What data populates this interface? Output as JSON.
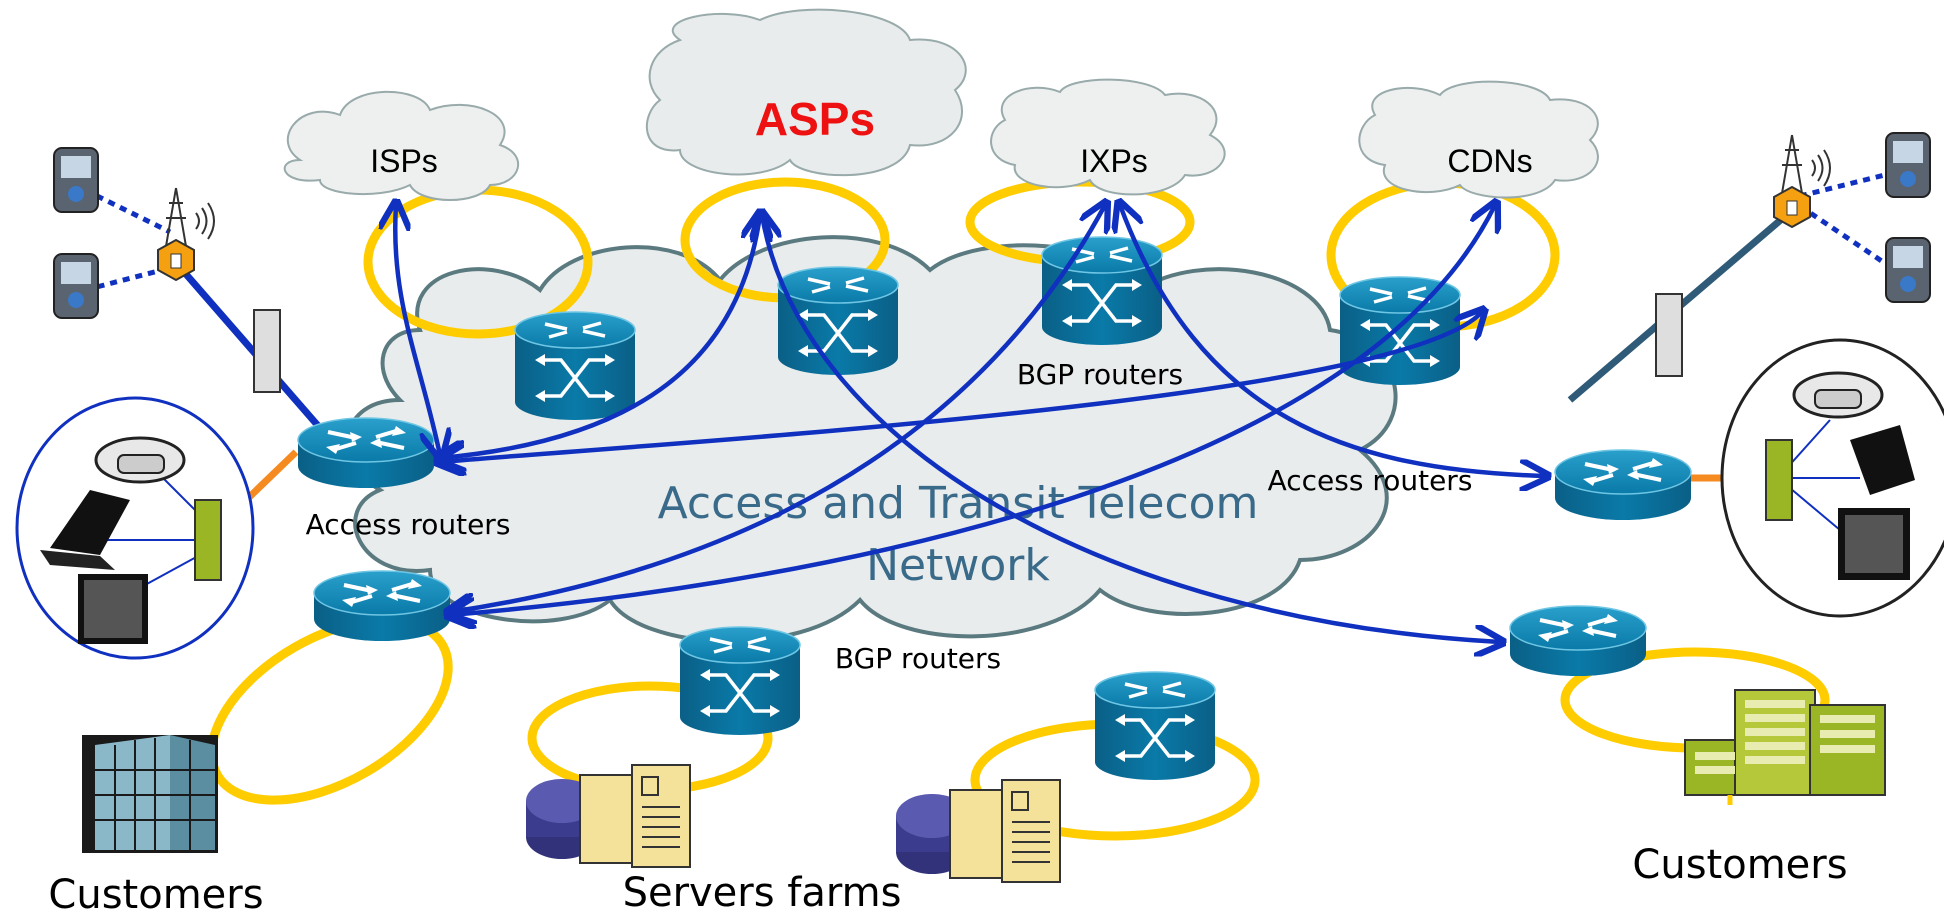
{
  "clouds": {
    "isps": "ISPs",
    "asps": "ASPs",
    "ixps": "IXPs",
    "cdns": "CDNs"
  },
  "network": {
    "line1": "Access and Transit Telecom",
    "line2": "Network"
  },
  "labels": {
    "bgp_top": "BGP routers",
    "bgp_bottom": "BGP routers",
    "access_left": "Access routers",
    "access_right": "Access routers",
    "customers_left": "Customers",
    "customers_right": "Customers",
    "servers": "Servers farms"
  },
  "colors": {
    "ring": "#ffcc00",
    "arrow": "#1030c0",
    "router": "#0a7aa8",
    "cloud": "#e8ecec",
    "asps_text": "#ee1111",
    "network_text": "#3a6a8a"
  }
}
